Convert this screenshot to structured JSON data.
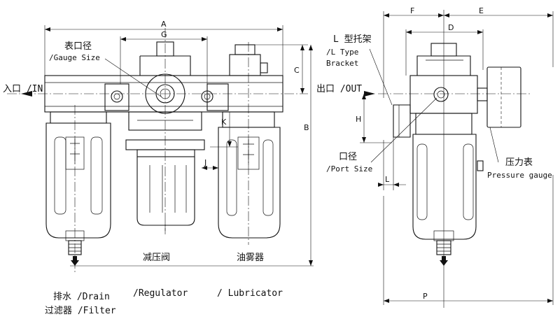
{
  "labels": {
    "inlet": "入口 /IN",
    "outlet": "出口 /OUT",
    "gauge_size_cn": "表口径",
    "gauge_size_en": "/Gauge Size",
    "l_bracket_cn": "L 型托架",
    "l_bracket_en1": "/L Type",
    "l_bracket_en2": "Bracket",
    "port_size_cn": "口径",
    "port_size_en": "/Port Size",
    "pressure_gauge_cn": "压力表",
    "pressure_gauge_en": "Pressure gauge",
    "regulator_cn": "减压阀",
    "regulator_en": "/Regulator",
    "lubricator_cn": "油雾器",
    "lubricator_en": "/ Lubricator",
    "drain_line": "排水 /Drain",
    "filter_line": "过滤器 /Filter"
  },
  "dimensions": {
    "A": "A",
    "B": "B",
    "C": "C",
    "D": "D",
    "E": "E",
    "F": "F",
    "G": "G",
    "H": "H",
    "J": "J",
    "K": "K",
    "L": "L",
    "P": "P"
  }
}
